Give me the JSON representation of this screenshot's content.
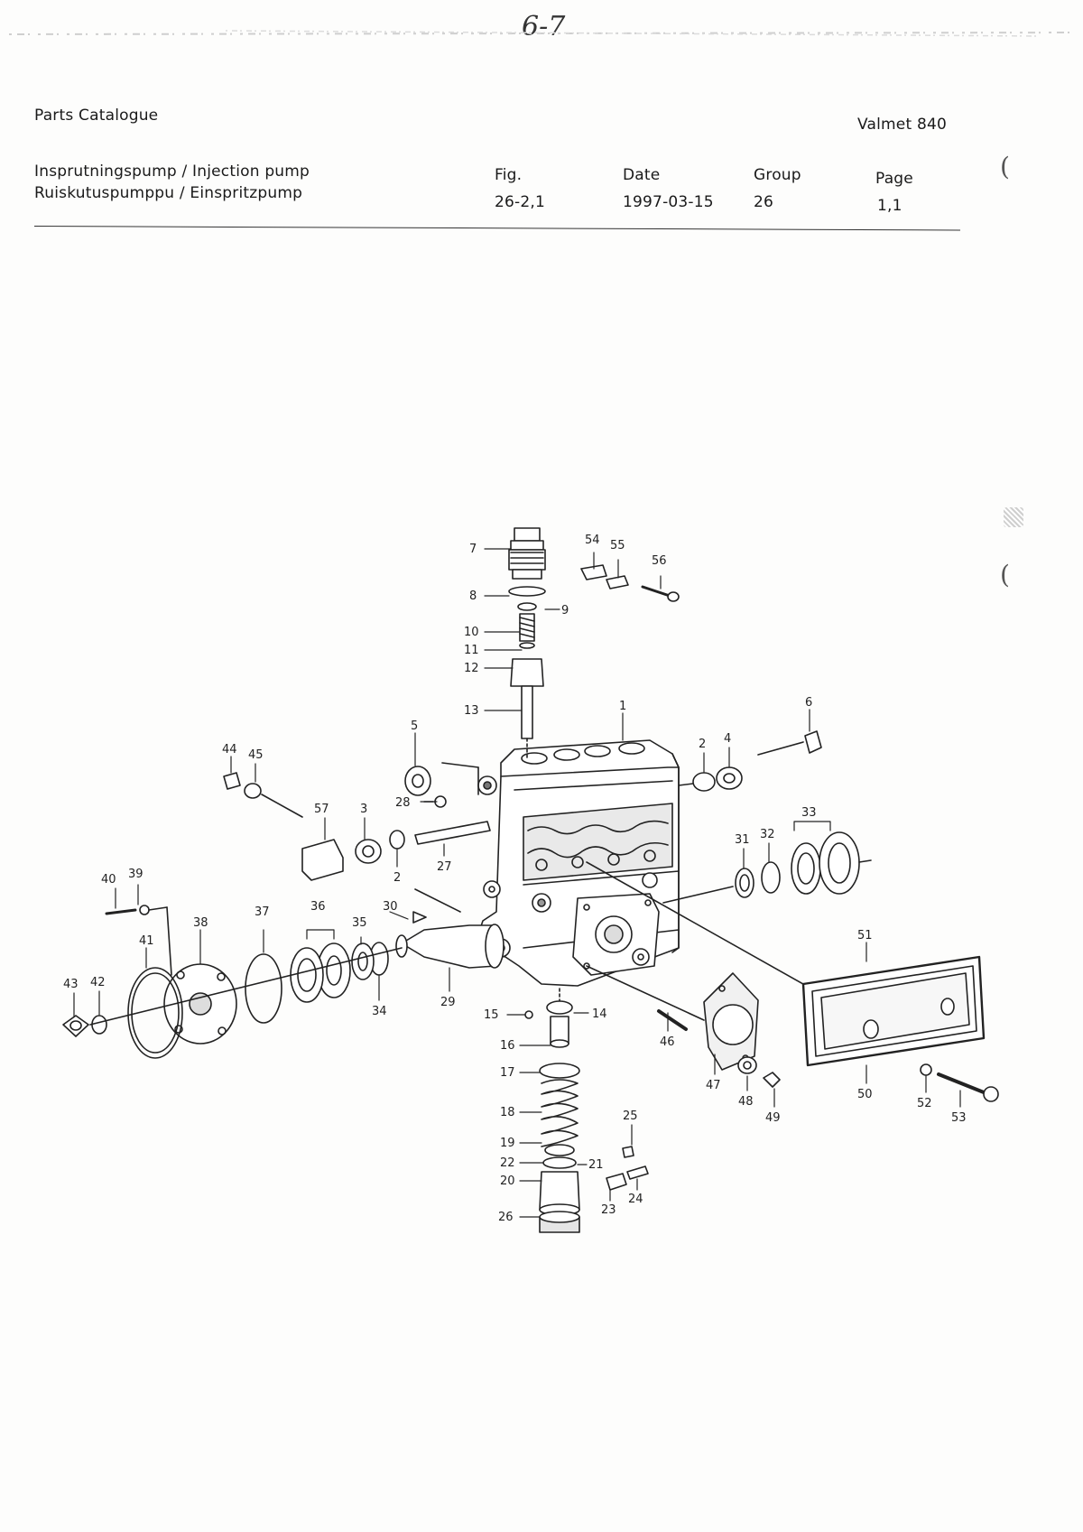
{
  "handwritten_note": "6-7",
  "header": {
    "catalogue": "Parts Catalogue",
    "model": "Valmet 840",
    "title_line1": "Insprutningspump / Injection pump",
    "title_line2": "Ruiskutuspumppu / Einspritzpump",
    "fig_label": "Fig.",
    "fig_value": "26-2,1",
    "date_label": "Date",
    "date_value": "1997-03-15",
    "group_label": "Group",
    "group_value": "26",
    "page_label": "Page",
    "page_value": "1,1"
  },
  "margin_marks": [
    "(",
    "("
  ],
  "callouts": {
    "c1": "1",
    "c2a": "2",
    "c2b": "2",
    "c3": "3",
    "c4": "4",
    "c5": "5",
    "c6": "6",
    "c7": "7",
    "c8": "8",
    "c9": "9",
    "c10": "10",
    "c11": "11",
    "c12": "12",
    "c13": "13",
    "c14": "14",
    "c15": "15",
    "c16": "16",
    "c17": "17",
    "c18": "18",
    "c19": "19",
    "c20": "20",
    "c21": "21",
    "c22": "22",
    "c23": "23",
    "c24": "24",
    "c25": "25",
    "c26": "26",
    "c27": "27",
    "c28": "28",
    "c29": "29",
    "c30": "30",
    "c31": "31",
    "c32": "32",
    "c33": "33",
    "c34": "34",
    "c35": "35",
    "c36": "36",
    "c37": "37",
    "c38": "38",
    "c39": "39",
    "c40": "40",
    "c41": "41",
    "c42": "42",
    "c43": "43",
    "c44": "44",
    "c45": "45",
    "c46": "46",
    "c47": "47",
    "c48": "48",
    "c49": "49",
    "c50": "50",
    "c51": "51",
    "c52": "52",
    "c53": "53",
    "c54": "54",
    "c55": "55",
    "c56": "56",
    "c57": "57"
  }
}
